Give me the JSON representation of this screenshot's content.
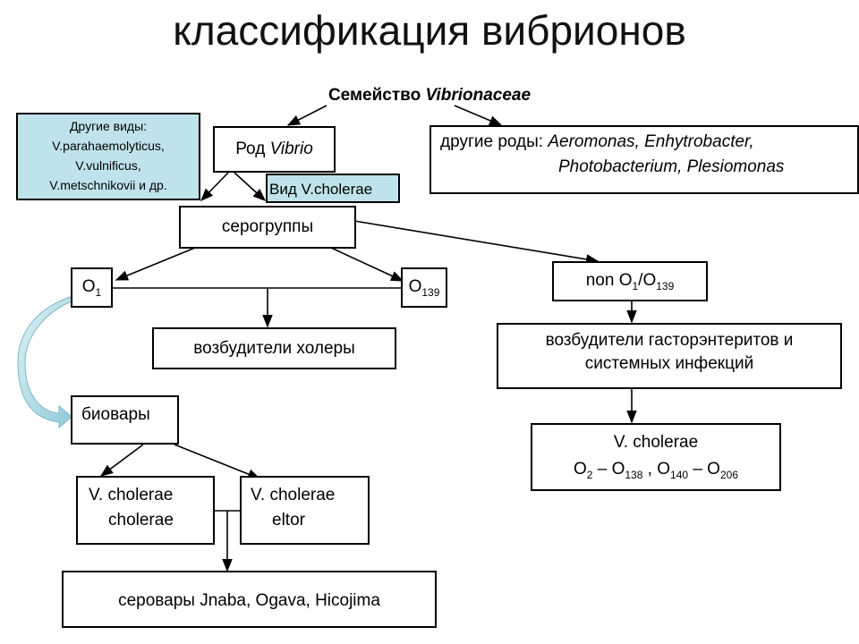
{
  "title": "классификация вибрионов",
  "family": {
    "label": "Семейство",
    "name": "Vibrionaceae"
  },
  "nodes": {
    "other_species": {
      "lines": [
        "Другие виды:",
        "V.parahaemolyticus,",
        "V.vulnificus,",
        "V.metschnikovii и др."
      ]
    },
    "genus": {
      "label": "Род",
      "name": "Vibrio"
    },
    "other_genera": {
      "label": "другие роды:",
      "line1": "Aeromonas, Enhytrobacter,",
      "line2": "Photobacterium, Plesiomonas"
    },
    "species": {
      "text": "Вид V.cholerae"
    },
    "serogroups": {
      "text": "серогруппы"
    },
    "o1": {
      "text": "O",
      "sub": "1"
    },
    "o139": {
      "text": "O",
      "sub": "139"
    },
    "non_o1": {
      "t1": "non O",
      "s1": "1",
      "t2": "/O",
      "s2": "139"
    },
    "cholera_agents": {
      "text": "возбудители холеры"
    },
    "gastro_agents": {
      "line1": "возбудители гасторэнтеритов и",
      "line2": "системных инфекций"
    },
    "biovars": {
      "text": "биовары"
    },
    "vc_serogroups": {
      "line1": "V. cholerae",
      "p1": "O",
      "s1": "2",
      "p2": " – O",
      "s2": "138",
      "p3": " , O",
      "s3": "140",
      "p4": " – O",
      "s4": "206"
    },
    "vc_cholerae": {
      "line1": "V. cholerae",
      "line2": "cholerae"
    },
    "vc_eltor": {
      "line1": "V. cholerae",
      "line2": "eltor"
    },
    "serovars": {
      "text": "серовары Jnaba, Ogava, Hicojima"
    }
  }
}
